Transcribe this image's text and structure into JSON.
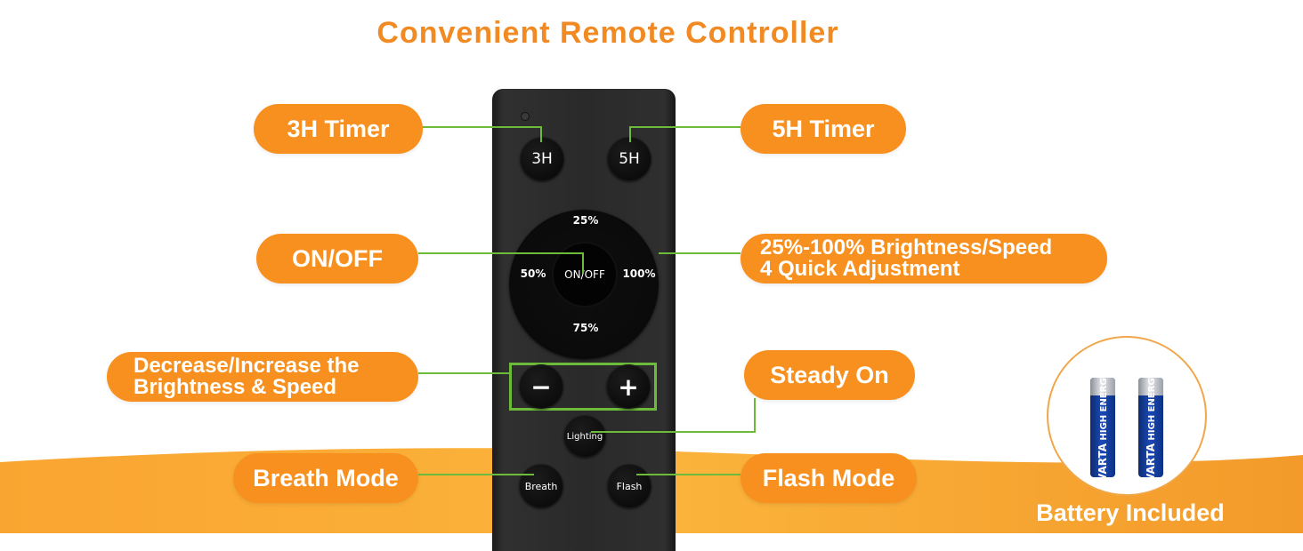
{
  "colors": {
    "accent_orange": "#f7901e",
    "title_orange": "#f28a24",
    "leader_green": "#6dbb3a",
    "remote_body": "#2a2a2a"
  },
  "title": "Convenient Remote Controller",
  "callouts": {
    "timer_3h": "3H Timer",
    "timer_5h": "5H Timer",
    "on_off": "ON/OFF",
    "brightness_line1": "25%-100% Brightness/Speed",
    "brightness_line2": "4 Quick Adjustment",
    "decrease_line1": "Decrease/Increase the",
    "decrease_line2": "Brightness & Speed",
    "steady_on": "Steady On",
    "breath_mode": "Breath Mode",
    "flash_mode": "Flash Mode"
  },
  "remote": {
    "btn_3h": "3H",
    "btn_5h": "5H",
    "dial_top": "25%",
    "dial_left": "50%",
    "dial_right": "100%",
    "dial_bottom": "75%",
    "dial_center": "ON/OFF",
    "btn_minus": "−",
    "btn_plus": "+",
    "btn_lighting": "Lighting",
    "btn_breath": "Breath",
    "btn_flash": "Flash"
  },
  "battery": {
    "brand": "VARTA",
    "type": "HIGH ENERGY",
    "caption": "Battery Included"
  }
}
